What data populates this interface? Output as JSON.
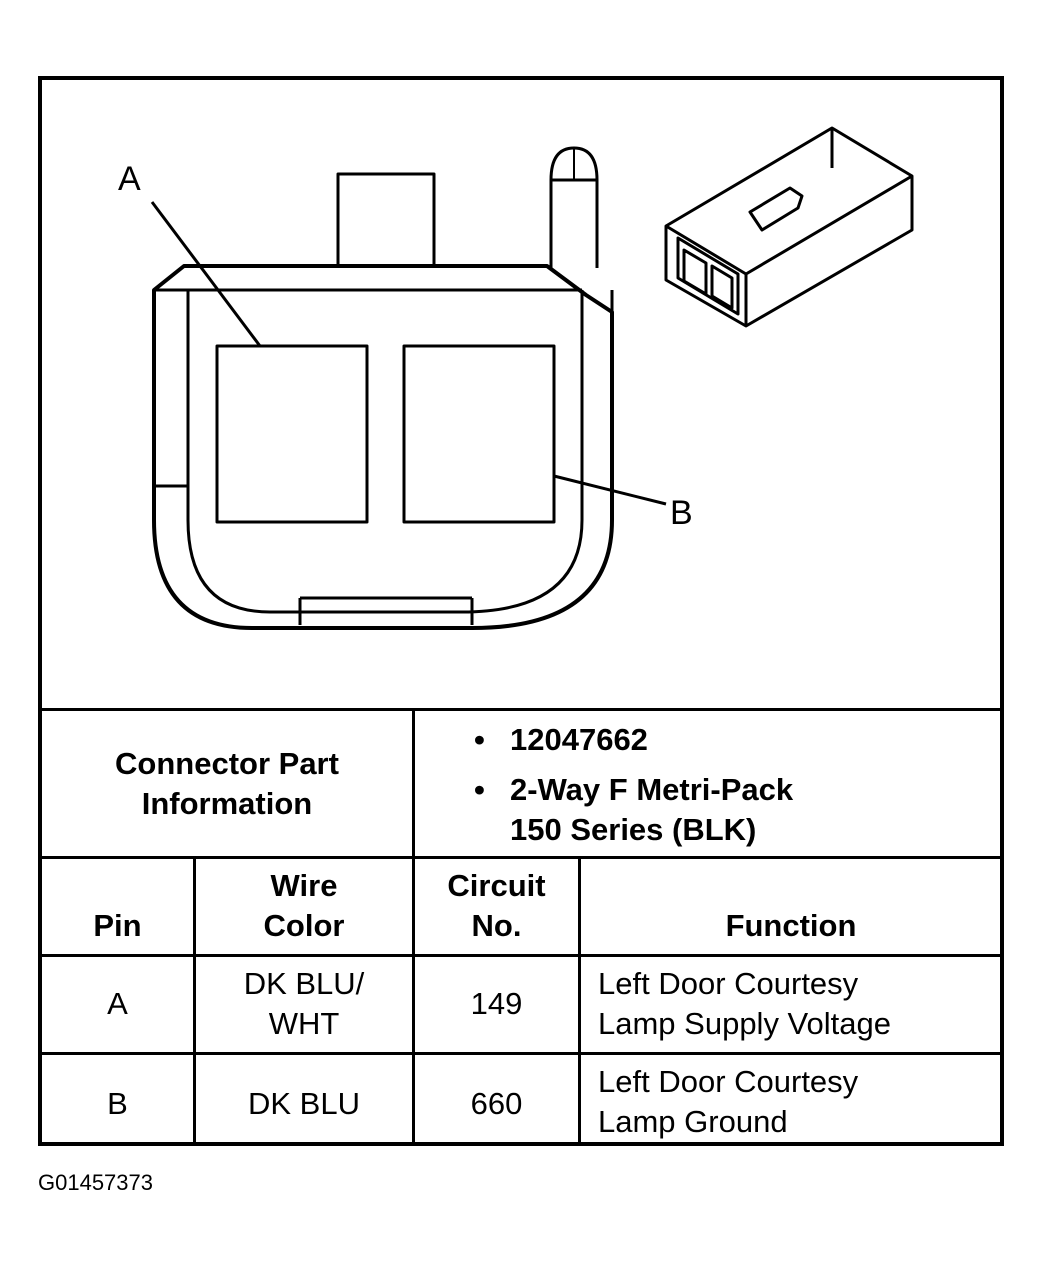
{
  "diagram": {
    "callout_a": "A",
    "callout_b": "B"
  },
  "connector_info": {
    "label_line1": "Connector Part",
    "label_line2": "Information",
    "bullet": "•",
    "part_number": "12047662",
    "description_line1": "2-Way F Metri-Pack",
    "description_line2": "150 Series (BLK)"
  },
  "pin_table": {
    "headers": {
      "pin": "Pin",
      "wire_color_line1": "Wire",
      "wire_color_line2": "Color",
      "circuit_line1": "Circuit",
      "circuit_line2": "No.",
      "function": "Function"
    },
    "rows": [
      {
        "pin": "A",
        "wire_color_line1": "DK BLU/",
        "wire_color_line2": "WHT",
        "circuit": "149",
        "function_line1": "Left Door Courtesy",
        "function_line2": "Lamp Supply Voltage"
      },
      {
        "pin": "B",
        "wire_color_line1": "DK BLU",
        "wire_color_line2": "",
        "circuit": "660",
        "function_line1": "Left Door Courtesy",
        "function_line2": "Lamp Ground"
      }
    ]
  },
  "figure_id": "G01457373"
}
